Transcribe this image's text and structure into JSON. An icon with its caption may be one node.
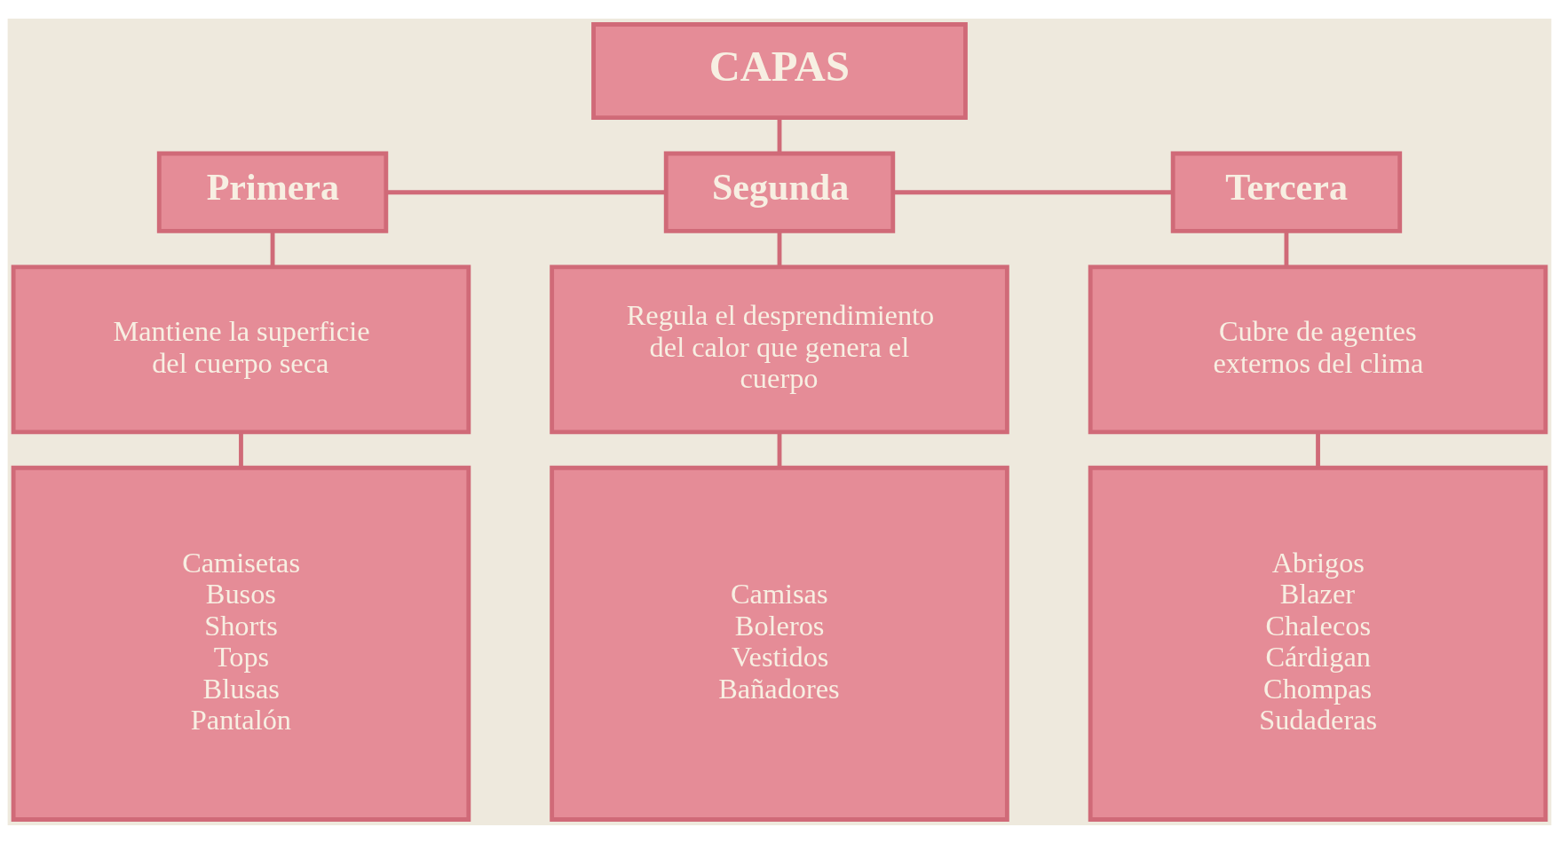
{
  "diagram": {
    "nodes": [
      {
        "text": [
          "CAPAS"
        ]
      },
      {
        "text": [
          "Primera"
        ]
      },
      {
        "text": [
          "Segunda"
        ]
      },
      {
        "text": [
          "Tercera"
        ]
      },
      {
        "text": [
          "Mantiene la superficie del cuerpo seca"
        ]
      },
      {
        "text": [
          "Regula el desprendimiento del calor que genera el cuerpo"
        ]
      },
      {
        "text": [
          "Cubre de agentes externos del clima"
        ]
      },
      {
        "text": [
          "Camisetas",
          "Busos",
          "Shorts",
          "Tops",
          "Blusas",
          "Pantalón"
        ]
      },
      {
        "text": [
          "Camisas",
          "Boleros",
          "Vestidos",
          "Bañadores"
        ]
      },
      {
        "text": [
          "Abrigos",
          "Blazer",
          "Chalecos",
          "Cárdigan",
          "Chompas",
          "Sudaderas"
        ]
      }
    ],
    "edges": [
      {
        "from": 0,
        "to": 2,
        "arrow": "none"
      },
      {
        "from": 1,
        "to": 2,
        "arrow": "none"
      },
      {
        "from": 2,
        "to": 3,
        "arrow": "none"
      },
      {
        "from": 1,
        "to": 4,
        "arrow": "none"
      },
      {
        "from": 2,
        "to": 5,
        "arrow": "none"
      },
      {
        "from": 3,
        "to": 6,
        "arrow": "none"
      },
      {
        "from": 4,
        "to": 7,
        "arrow": "none"
      },
      {
        "from": 5,
        "to": 8,
        "arrow": "none"
      },
      {
        "from": 6,
        "to": 9,
        "arrow": "none"
      }
    ]
  }
}
